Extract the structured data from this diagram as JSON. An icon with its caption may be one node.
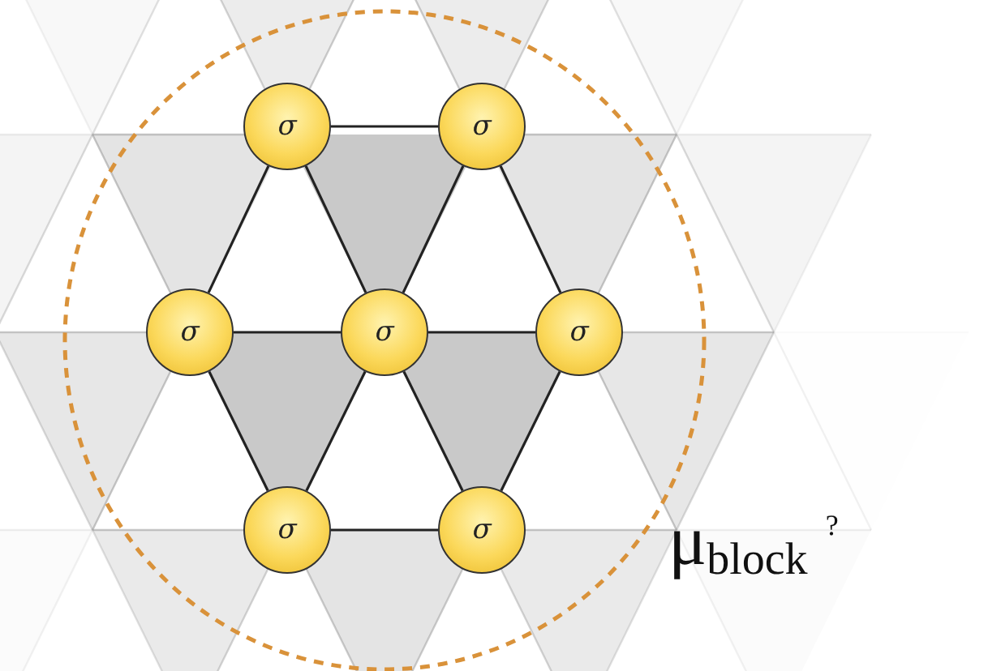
{
  "diagram": {
    "nodes": [
      {
        "text": [
          "σ"
        ]
      },
      {
        "text": [
          "σ"
        ]
      },
      {
        "text": [
          "σ"
        ]
      },
      {
        "text": [
          "σ"
        ]
      },
      {
        "text": [
          "σ"
        ]
      },
      {
        "text": [
          "σ"
        ]
      },
      {
        "text": [
          "σ"
        ]
      }
    ],
    "edges": [
      {
        "from": 0,
        "to": 1,
        "arrow": "none"
      },
      {
        "from": 0,
        "to": 2,
        "arrow": "none"
      },
      {
        "from": 0,
        "to": 3,
        "arrow": "none"
      },
      {
        "from": 1,
        "to": 3,
        "arrow": "none"
      },
      {
        "from": 1,
        "to": 4,
        "arrow": "none"
      },
      {
        "from": 2,
        "to": 3,
        "arrow": "none"
      },
      {
        "from": 3,
        "to": 4,
        "arrow": "none"
      },
      {
        "from": 2,
        "to": 5,
        "arrow": "none"
      },
      {
        "from": 3,
        "to": 5,
        "arrow": "none"
      },
      {
        "from": 3,
        "to": 6,
        "arrow": "none"
      },
      {
        "from": 4,
        "to": 6,
        "arrow": "none"
      },
      {
        "from": 5,
        "to": 6,
        "arrow": "none"
      }
    ],
    "labels": [
      "μ$_{block}$ $^{?}$"
    ]
  }
}
